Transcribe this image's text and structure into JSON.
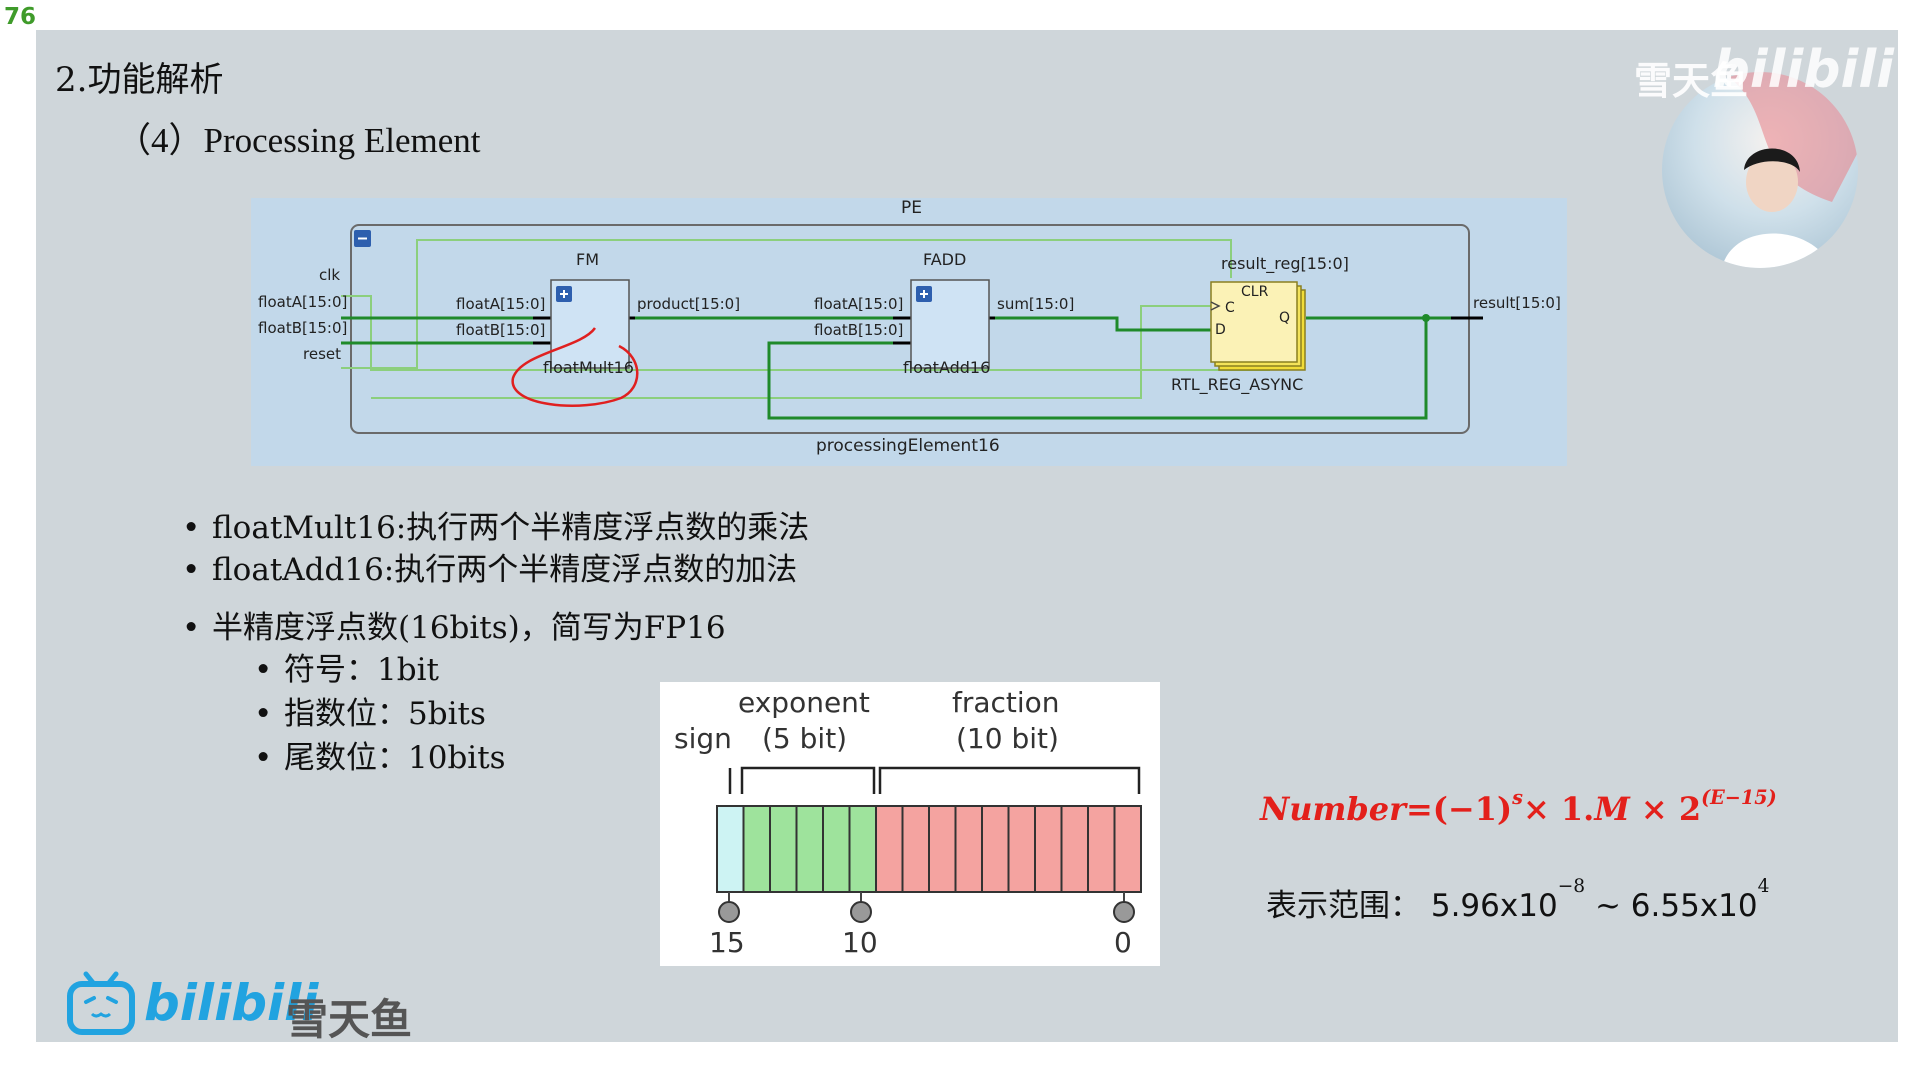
{
  "page_number": "76",
  "slide": {
    "section_title": "2.功能解析",
    "sub_title": "（4）Processing Element"
  },
  "schematic": {
    "outer_label": "PE",
    "module_name": "processingElement16",
    "inputs": [
      "clk",
      "floatA[15:0]",
      "floatB[15:0]",
      "reset"
    ],
    "fm": {
      "title": "FM",
      "port_a": "floatA[15:0]",
      "port_b": "floatB[15:0]",
      "out": "product[15:0]",
      "name": "floatMult16"
    },
    "fadd": {
      "title": "FADD",
      "port_a": "floatA[15:0]",
      "port_b": "floatB[15:0]",
      "out": "sum[15:0]",
      "name": "floatAdd16"
    },
    "reg": {
      "title": "result_reg[15:0]",
      "clr": "CLR",
      "c": "C",
      "d": "D",
      "q": "Q",
      "name": "RTL_REG_ASYNC"
    },
    "output": "result[15:0]"
  },
  "bullets": {
    "mult": "floatMult16:执行两个半精度浮点数的乘法",
    "add": "floatAdd16:执行两个半精度浮点数的加法",
    "fp16": "半精度浮点数(16bits)，简写为FP16",
    "sign": "符号：1bit",
    "exp": "指数位：5bits",
    "frac": "尾数位：10bits"
  },
  "fp16_diagram": {
    "sign_label": "sign",
    "exponent_label": "exponent",
    "exponent_bits": "(5 bit)",
    "fraction_label": "fraction",
    "fraction_bits": "(10 bit)",
    "bit_15": "15",
    "bit_10": "10",
    "bit_0": "0"
  },
  "formula": {
    "number": "Number",
    "eq": "=(−1)",
    "s": "s",
    "times1": "× 1.",
    "m": "M",
    "times2": " × 2",
    "exp": "(E−15)"
  },
  "range": {
    "label": "表示范围：",
    "min_base": "5.96x10",
    "min_exp": "−8",
    "sep": " ~ ",
    "max_base": "6.55x10",
    "max_exp": "4"
  },
  "watermark": {
    "top_text": "雪天鱼",
    "top_logo": "bilibili",
    "bottom_logo": "bilibili",
    "bottom_text": "雪天鱼"
  },
  "colors": {
    "wire_green": "#1f8a2a",
    "wire_light": "#8ccf7d",
    "sign_cell": "#cdf3f3",
    "exp_cell": "#9ee39c",
    "frac_cell": "#f4a3a0",
    "formula_red": "#e3201b",
    "bili_blue": "#21a3e0"
  }
}
